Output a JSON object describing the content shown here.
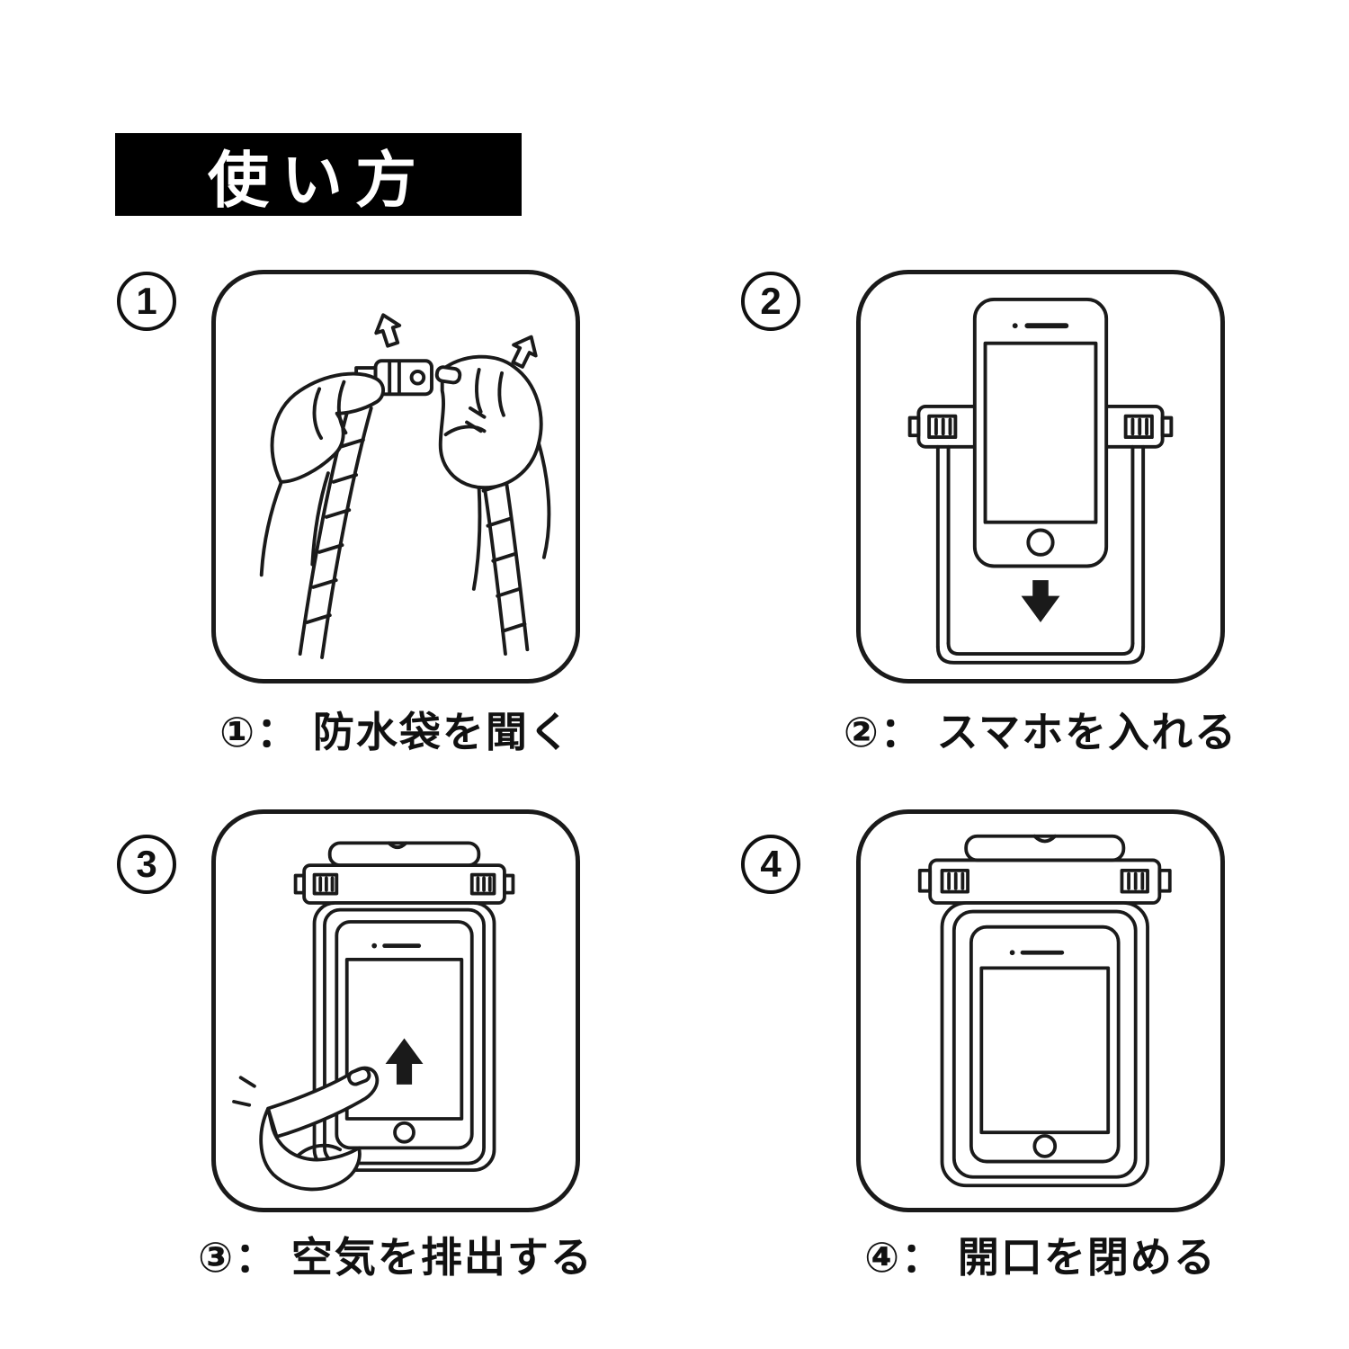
{
  "title": "使い方",
  "colors": {
    "ink": "#1a1a1a",
    "background": "#ffffff",
    "title_bg": "#000000",
    "title_text": "#ffffff"
  },
  "steps": [
    {
      "number": "1",
      "caption": "①：  防水袋を聞く",
      "illustration": "open-pouch-clasp-with-hands"
    },
    {
      "number": "2",
      "caption": "②：  スマホを入れる",
      "illustration": "insert-smartphone-into-pouch"
    },
    {
      "number": "3",
      "caption": "③：  空気を排出する",
      "illustration": "press-air-out-of-pouch"
    },
    {
      "number": "4",
      "caption": "④：  開口を閉める",
      "illustration": "close-pouch-opening"
    }
  ]
}
